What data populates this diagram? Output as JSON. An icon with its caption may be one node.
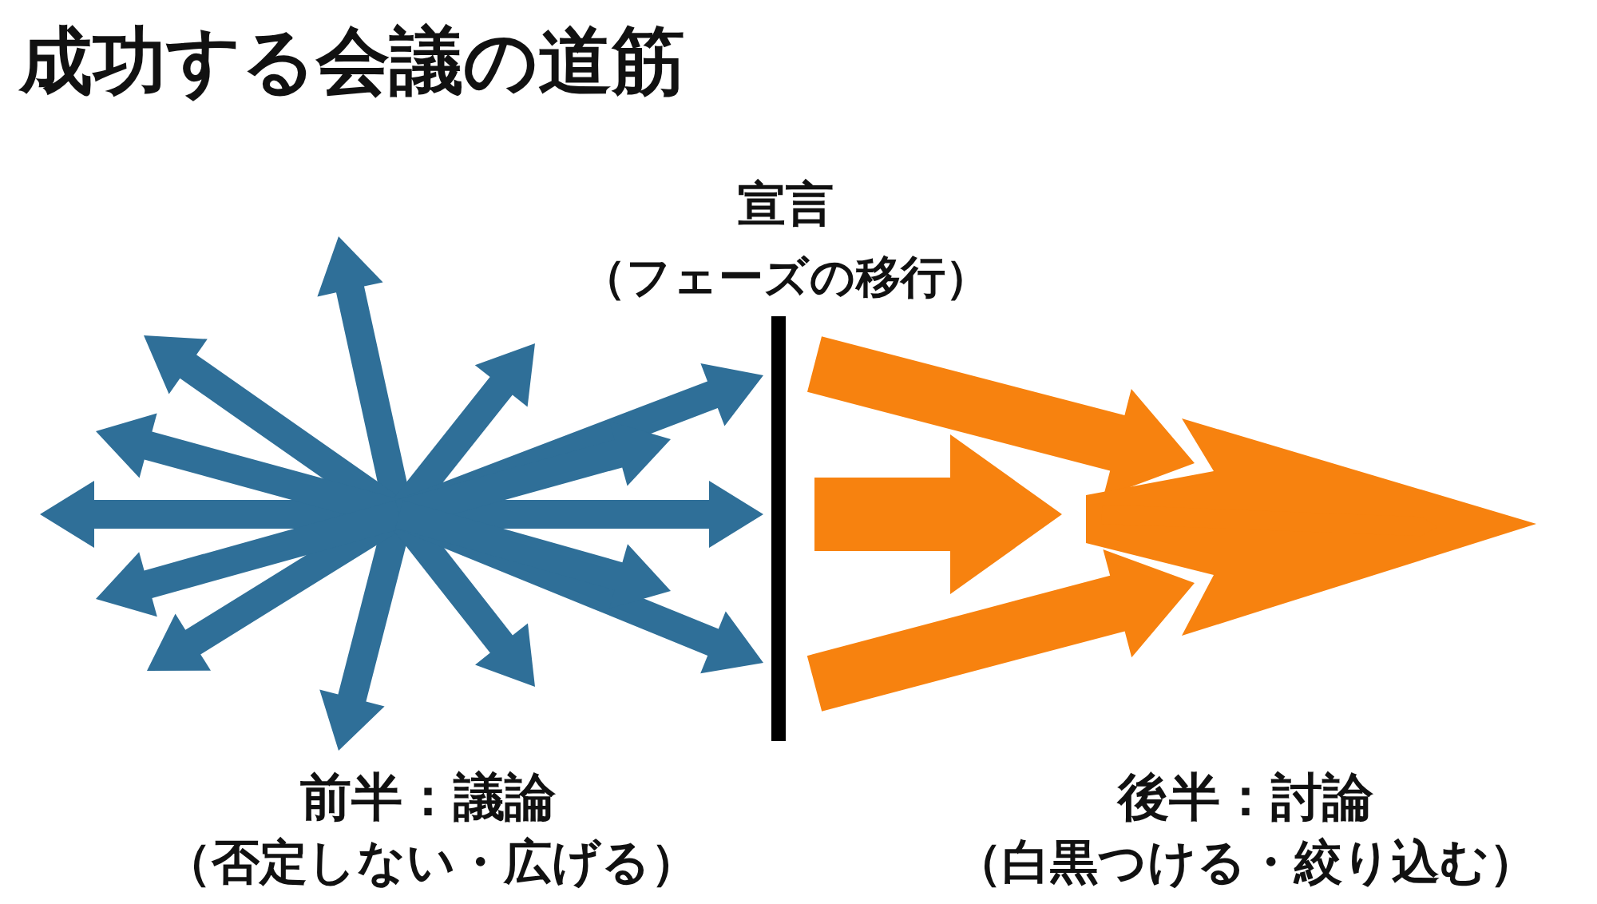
{
  "diagram": {
    "title": "成功する会議の道筋",
    "labels": [
      "宣言",
      "（フェーズの移行）",
      "前半：議論",
      "（否定しない・広げる）",
      "後半：討論",
      "（白黒つける・絞り込む）"
    ]
  }
}
